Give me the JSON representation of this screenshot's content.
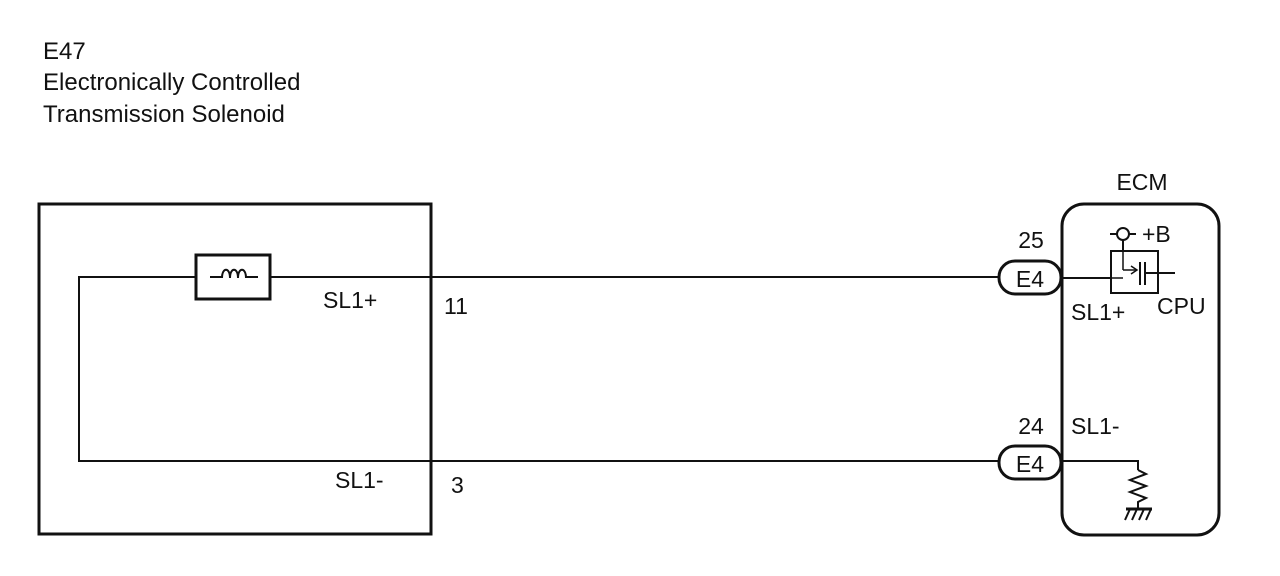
{
  "component": {
    "code": "E47",
    "name_line1": "Electronically Controlled",
    "name_line2": "Transmission Solenoid",
    "pin_labels": {
      "upper": "SL1+",
      "lower": "SL1-"
    },
    "pin_numbers": {
      "upper": "11",
      "lower": "3"
    }
  },
  "ecm": {
    "title": "ECM",
    "power_label": "+B",
    "cpu_label": "CPU",
    "terminal_labels": {
      "upper": "SL1+",
      "lower": "SL1-"
    }
  },
  "connectors": [
    {
      "id": "E4",
      "pin": "25"
    },
    {
      "id": "E4",
      "pin": "24"
    }
  ],
  "colors": {
    "line": "#111111",
    "background": "#ffffff"
  }
}
